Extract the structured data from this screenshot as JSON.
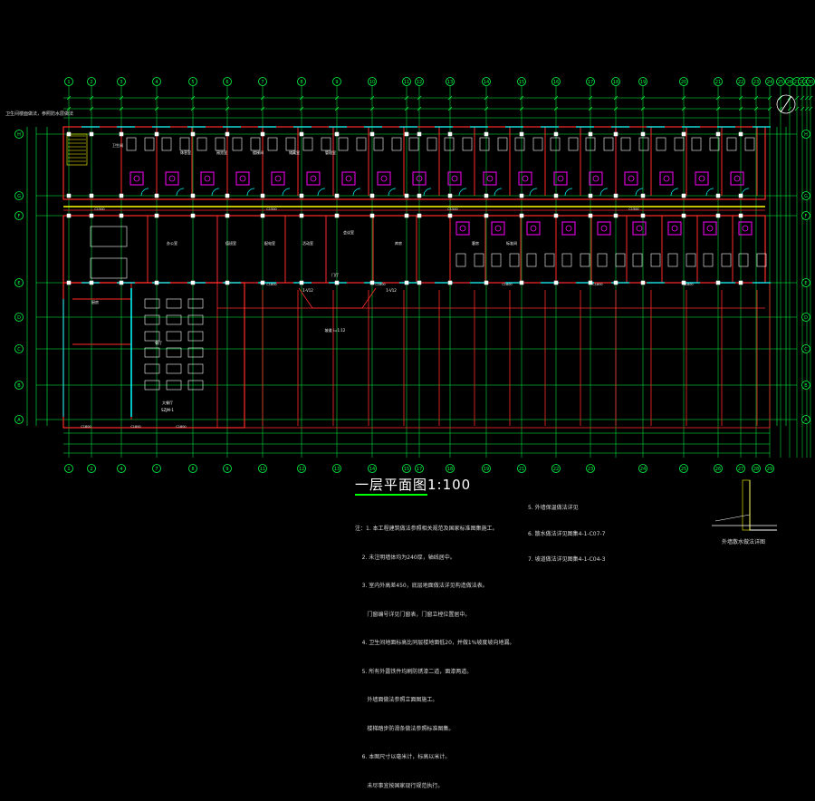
{
  "drawing": {
    "title": "一层平面图1:100",
    "side_note": "卫生间楼面做法，参照防水层做法",
    "detail_label": "外墙散水做法详图",
    "notes": [
      "注：1. 本工程建筑做法参照相关规范及国家标准图集施工。",
      "    2. 未注明墙体均为240厚，轴线居中。",
      "    3. 室内外高差450，底层地面做法详见构造做法表。",
      "       门窗编号详见门窗表，门窗立樘位置居中。",
      "    4. 卫生间地面标高比同层楼地面低20，并做1%坡度坡向地漏。",
      "    5. 所有外露铁件均刷防锈漆二道，面漆两道。",
      "       外墙面做法参照立面图施工。",
      "       楼梯踏步防滑条做法参照标准图集。",
      "    6. 本图尺寸以毫米计，标高以米计。",
      "       未尽事宜按国家现行规范执行。"
    ],
    "refs": [
      "5. 外墙保温做法详见",
      "6. 散水做法详见图集4-1-C07-7",
      "7. 坡道做法详见图集4-1-C04-3"
    ],
    "axes_top": [
      "1",
      "2",
      "3",
      "4",
      "5",
      "6",
      "7",
      "8",
      "9",
      "10",
      "11",
      "12",
      "13",
      "14",
      "15",
      "16",
      "17",
      "18",
      "19",
      "20",
      "21",
      "22",
      "23",
      "24",
      "25",
      "26",
      "27",
      "28",
      "29",
      "30"
    ],
    "axes_bottom": [
      "1",
      "2",
      "4",
      "7",
      "8",
      "9",
      "11",
      "12",
      "13",
      "14",
      "15",
      "17",
      "18",
      "19",
      "21",
      "22",
      "23",
      "24",
      "25",
      "26",
      "27",
      "28",
      "29"
    ],
    "axes_left": [
      "H",
      "G",
      "F",
      "E",
      "D",
      "C",
      "B",
      "A"
    ],
    "room_labels": [
      "卫生间",
      "办公室",
      "值班室",
      "配电室",
      "活动室",
      "会议室",
      "库房",
      "厨房",
      "餐厅",
      "门厅",
      "休息室",
      "阅览室",
      "楼梯间",
      "储藏室",
      "管理室",
      "客房",
      "标准间"
    ],
    "stair_label": "1-V12",
    "dim_label": "C1500",
    "window_label": "C1800",
    "entrance_label": "坡道 i=1:12",
    "hall_label": "大餐厅",
    "hall_code": "SZJM-1"
  },
  "colors": {
    "background": "#000000",
    "wall": "#ff2a2a",
    "axis_grid": "#00ff44",
    "dimension": "#00ff44",
    "furniture": "#ffffff",
    "highlight": "#ff00ff",
    "window": "#00ffff",
    "wall_fill": "#ffff00",
    "column": "#ffffff"
  }
}
